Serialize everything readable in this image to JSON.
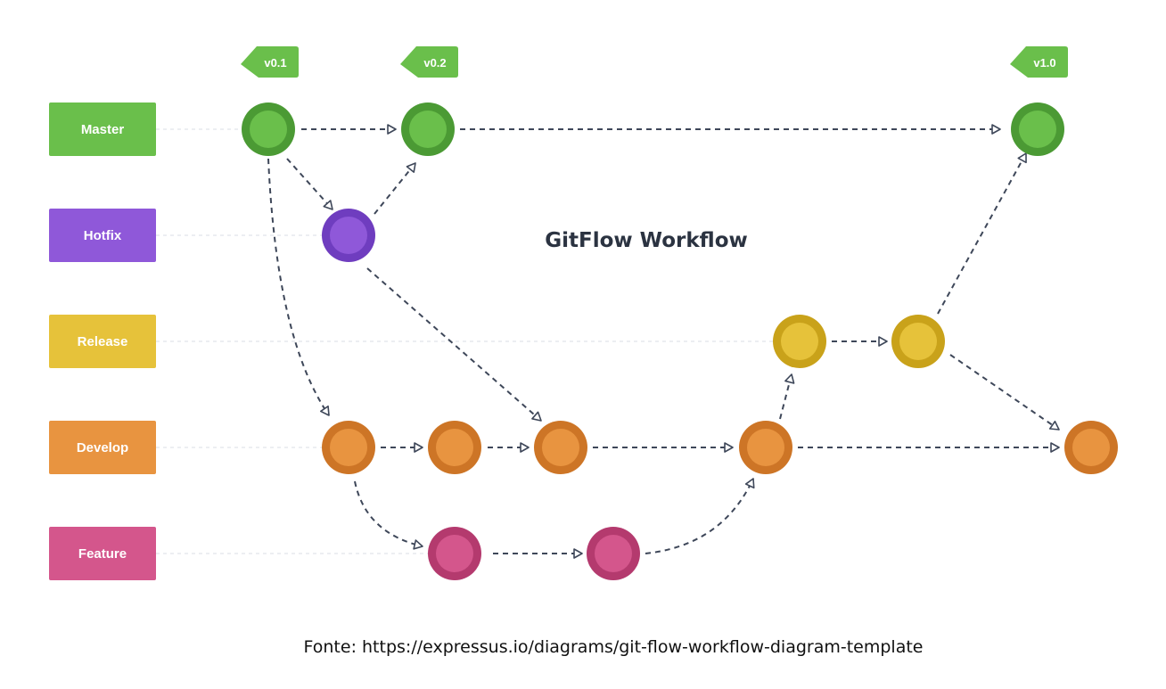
{
  "title": "GitFlow Workflow",
  "source": "Fonte: https://expressus.io/diagrams/git-flow-workflow-diagram-template",
  "lanes": [
    {
      "label": "Master",
      "color": "#6abf4b",
      "node_fill": "#6abf4b",
      "node_ring": "#4b9a34"
    },
    {
      "label": "Hotfix",
      "color": "#8f58d9",
      "node_fill": "#8f58d9",
      "node_ring": "#6f3dbf"
    },
    {
      "label": "Release",
      "color": "#e6c23a",
      "node_fill": "#e6c23a",
      "node_ring": "#c9a21a"
    },
    {
      "label": "Develop",
      "color": "#e89440",
      "node_fill": "#e89440",
      "node_ring": "#cd7526"
    },
    {
      "label": "Feature",
      "color": "#d4568c",
      "node_fill": "#d4568c",
      "node_ring": "#b43a6e"
    }
  ],
  "tags": [
    {
      "label": "v0.1",
      "node": "m1"
    },
    {
      "label": "v0.2",
      "node": "m2"
    },
    {
      "label": "v1.0",
      "node": "m3"
    }
  ],
  "tag_color": "#6abf4b",
  "edge_color": "#3e4759"
}
